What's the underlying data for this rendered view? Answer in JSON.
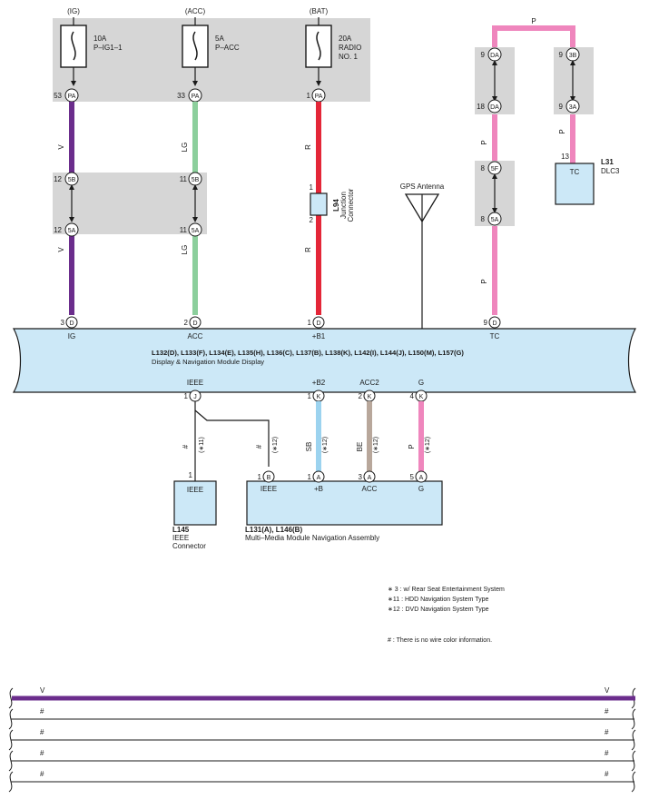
{
  "fuses": [
    {
      "source": "(IG)",
      "rating": "10A",
      "name": "P–IG1–1",
      "pin": "53",
      "conn": "PA"
    },
    {
      "source": "(ACC)",
      "rating": "5A",
      "name": "P–ACC",
      "pin": "33",
      "conn": "PA"
    },
    {
      "source": "(BAT)",
      "rating": "20A",
      "name": "RADIO",
      "name2": "NO. 1",
      "pin": "1",
      "conn": "PA"
    }
  ],
  "junction_5b": [
    {
      "pin": "12",
      "conn": "5B"
    },
    {
      "pin": "11",
      "conn": "5B"
    }
  ],
  "junction_5a": [
    {
      "pin": "12",
      "conn": "5A"
    },
    {
      "pin": "11",
      "conn": "5A"
    }
  ],
  "wires": {
    "ig": "V",
    "acc": "LG",
    "bat": "R",
    "tc": "P",
    "top_tc": "P"
  },
  "l94": {
    "id": "L94",
    "desc1": "Junction",
    "desc2": "Connector",
    "pin_top": "1",
    "pin_bottom": "2"
  },
  "gps": {
    "label": "GPS Antenna"
  },
  "tc_chain": [
    {
      "pin": "9",
      "conn": "DA"
    },
    {
      "pin": "18",
      "conn": "DA"
    },
    {
      "pin": "8",
      "conn": "5F"
    },
    {
      "pin": "8",
      "conn": "5A"
    }
  ],
  "dlc_chain": [
    {
      "pin": "9",
      "conn": "3B"
    },
    {
      "pin": "9",
      "conn": "3A"
    }
  ],
  "dlc3": {
    "id": "L31",
    "name": "DLC3",
    "pin": "13",
    "terminal": "TC"
  },
  "display": {
    "title": "L132(D), L133(F), L134(E), L135(H), L136(C), L137(B), L138(K), L142(I), L144(J), L150(M), L157(G)",
    "subtitle": "Display & Navigation Module Display",
    "top_pins": [
      {
        "pin": "3",
        "conn": "D",
        "label": "IG"
      },
      {
        "pin": "2",
        "conn": "D",
        "label": "ACC"
      },
      {
        "pin": "1",
        "conn": "D",
        "label": "+B1"
      },
      {
        "pin": "9",
        "conn": "D",
        "label": "TC"
      }
    ],
    "bottom_pins": [
      {
        "pin": "1",
        "conn": "J",
        "label": "IEEE"
      },
      {
        "pin": "1",
        "conn": "K",
        "label": "+B2"
      },
      {
        "pin": "2",
        "conn": "K",
        "label": "ACC2"
      },
      {
        "pin": "4",
        "conn": "K",
        "label": "G"
      }
    ]
  },
  "lower_wires": [
    {
      "color": "#",
      "note": "(∗11)"
    },
    {
      "color": "#",
      "note": "(∗12)"
    },
    {
      "color": "SB",
      "note": "(∗12)"
    },
    {
      "color": "BE",
      "note": "(∗12)"
    },
    {
      "color": "P",
      "note": "(∗12)"
    }
  ],
  "ieee_conn": {
    "id": "L145",
    "desc1": "IEEE",
    "desc2": "Connector",
    "pin": "1",
    "terminal": "IEEE"
  },
  "nav": {
    "id": "L131(A), L146(B)",
    "name": "Multi–Media Module Navigation Assembly",
    "pins": [
      {
        "pin": "1",
        "conn": "B",
        "label": "IEEE"
      },
      {
        "pin": "1",
        "conn": "A",
        "label": "+B"
      },
      {
        "pin": "3",
        "conn": "A",
        "label": "ACC"
      },
      {
        "pin": "5",
        "conn": "A",
        "label": "G"
      }
    ]
  },
  "notes": [
    "∗ 3 : w/ Rear Seat Entertainment System",
    "∗11 : HDD Navigation System Type",
    "∗12 : DVD Navigation System Type"
  ],
  "hash_note": "# : There is no wire color information.",
  "legend": [
    {
      "left": "V",
      "right": "V"
    },
    {
      "left": "#",
      "right": "#"
    },
    {
      "left": "#",
      "right": "#"
    },
    {
      "left": "#",
      "right": "#"
    },
    {
      "left": "#",
      "right": "#"
    }
  ],
  "colors": {
    "violet": "#6b2d8c",
    "light_green": "#8ccf9c",
    "red": "#e42638",
    "pink": "#ef86bd",
    "sky_blue": "#9cd3ef",
    "beige": "#b8a79b",
    "module_fill": "#cce8f7",
    "junction_gray": "#d6d6d6"
  }
}
